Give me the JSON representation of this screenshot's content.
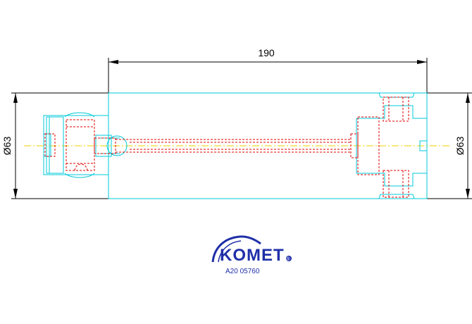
{
  "dimensions": {
    "length_label": "190",
    "left_diameter_label": "Ø63",
    "right_diameter_label": "Ø63"
  },
  "logo": {
    "brand_text": "KOMET",
    "registered_mark": "®"
  },
  "part_number": "A20 05760",
  "colors": {
    "outline": "#00c8d8",
    "hidden_lines": "#e00000",
    "center_line": "#f0d000",
    "dimension_lines": "#000000",
    "logo": "#1f2fa8"
  }
}
